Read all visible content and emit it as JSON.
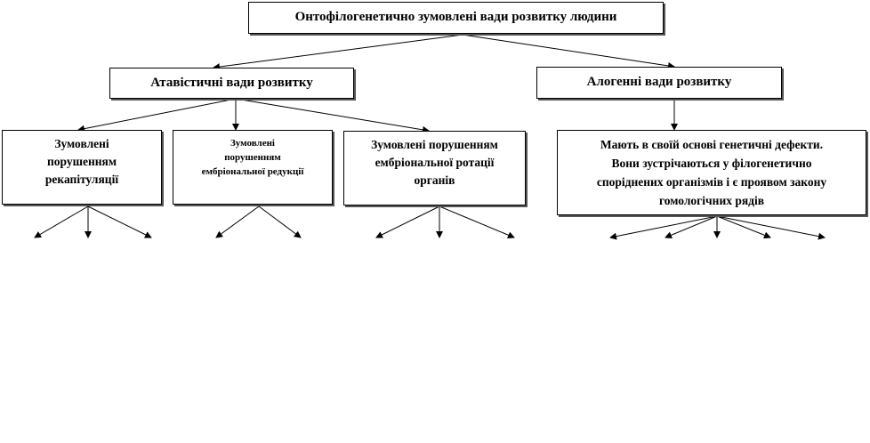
{
  "root": {
    "title": "Онтофілогенетично зумовлені вади розвитку людини"
  },
  "level1": {
    "atavistic": "Атавістичні вади розвитку",
    "allogenic": "Алогенні вади розвитку"
  },
  "level2": {
    "recapitulation": [
      "Зумовлені",
      "порушенням",
      "рекапітуляції"
    ],
    "reduction": [
      "Зумовлені",
      "порушенням",
      "ембріональної редукції"
    ],
    "rotation": [
      "Зумовлені порушенням",
      "ембріональної ротації",
      "органів"
    ],
    "genetic": [
      "Мають в своїй основі генетичні  дефекти.",
      "Вони зустрічаються у філогенетично",
      "споріднених  організмів і є проявом закону",
      "гомологічних рядів"
    ]
  }
}
